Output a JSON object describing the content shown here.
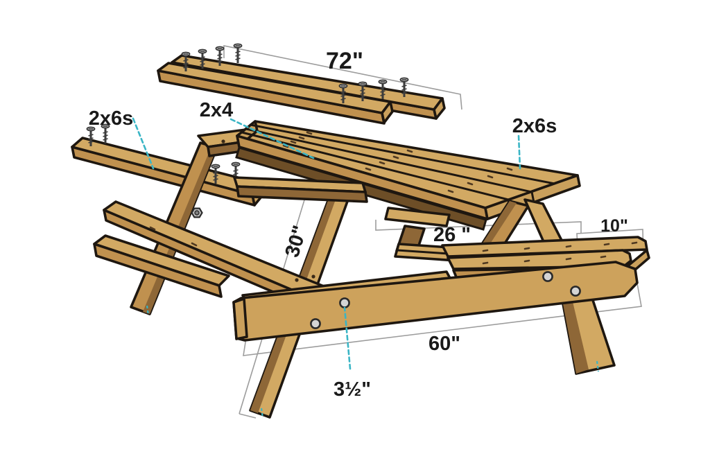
{
  "diagram": {
    "title": "Picnic table assembly diagram",
    "labels": {
      "top_length": "72\"",
      "seat_boards": "2x6s",
      "brace": "2x4",
      "table_boards": "2x6s",
      "table_height": "30\"",
      "frame_width": "26 \"",
      "bench_width": "10\"",
      "rail_length": "60\"",
      "board_thickness": "3½\""
    },
    "colors": {
      "background": "#ffffff",
      "wood_top": "#d2a963",
      "wood_side": "#c0914f",
      "wood_shadow": "#8e6737",
      "wood_deep_shadow": "#6d4e27",
      "wood_end_grain": "#caa05c",
      "outline": "#1e1710",
      "leader_accent": "#3ab5c5",
      "dimension_line": "#9c9c9c",
      "label_text": "#1a1a1a",
      "hardware": "#d4d4d4"
    }
  }
}
